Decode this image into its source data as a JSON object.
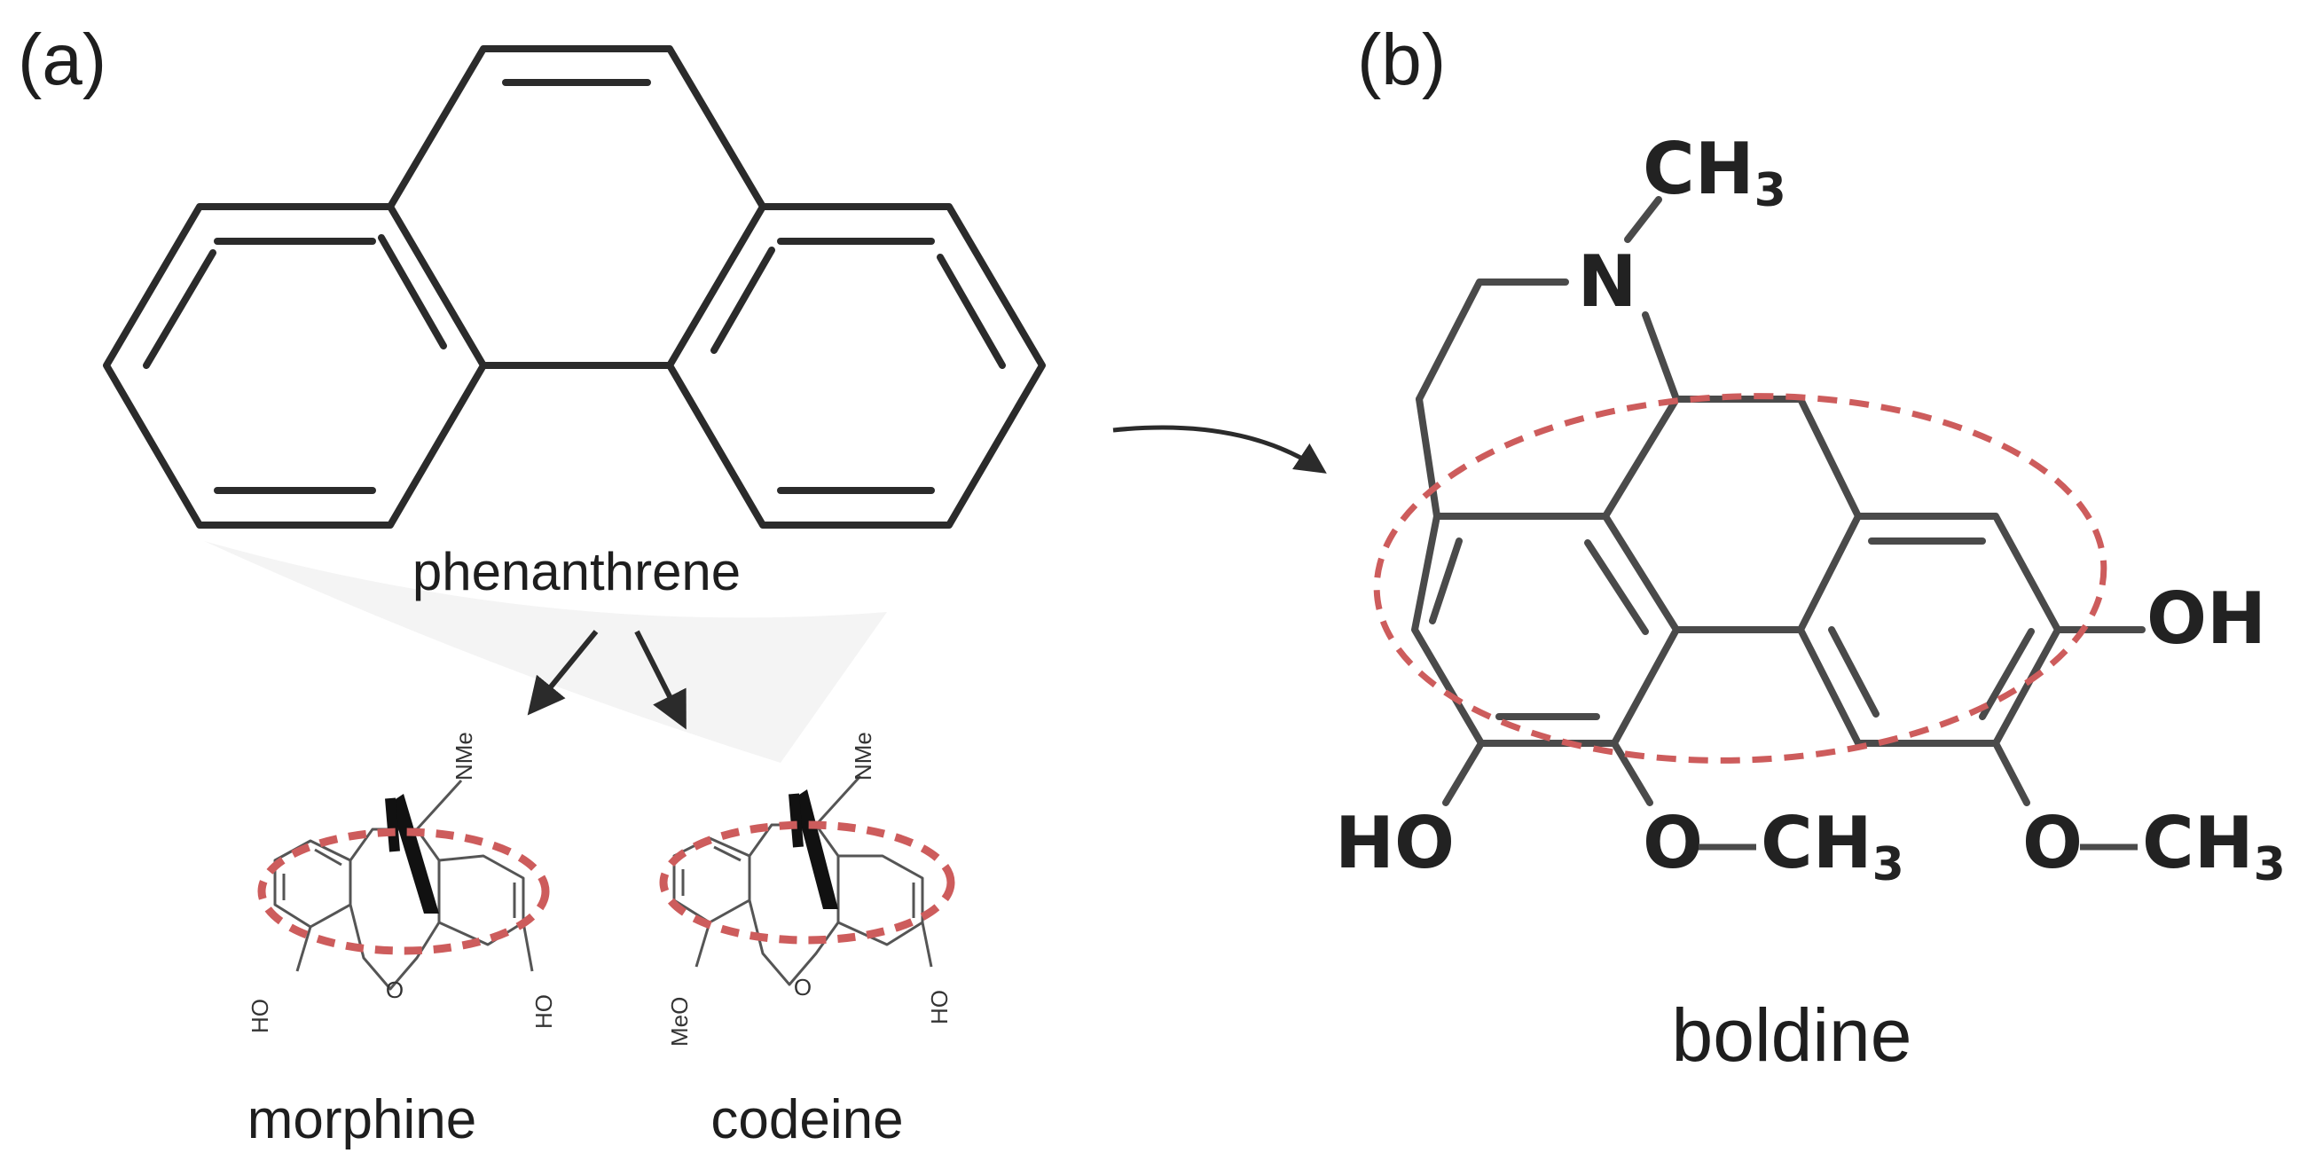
{
  "panels": {
    "a": {
      "label": "(a)"
    },
    "b": {
      "label": "(b)"
    }
  },
  "molecules": {
    "phenanthrene": {
      "name": "phenanthrene"
    },
    "morphine": {
      "name": "morphine",
      "atoms": {
        "n": "NMe",
        "oh_left": "HO",
        "o_bridge": "O",
        "oh_right": "HO"
      }
    },
    "codeine": {
      "name": "codeine",
      "atoms": {
        "n": "NMe",
        "meo": "MeO",
        "o_bridge": "O",
        "oh_right": "HO"
      }
    },
    "boldine": {
      "name": "boldine",
      "atoms": {
        "n": "N",
        "ch3_top": "CH",
        "sub3": "3",
        "oh_right": "OH",
        "ho_left": "HO",
        "o_mid": "O",
        "ch3_mid": "CH",
        "o_right": "O",
        "ch3_right": "CH"
      }
    }
  },
  "colors": {
    "bond": "#2b2b2b",
    "highlight": "#cd5c5c",
    "arrow": "#2b2b2b",
    "text": "#1e1e1e"
  },
  "icons": {
    "arrow": "curved-arrow-icon"
  }
}
